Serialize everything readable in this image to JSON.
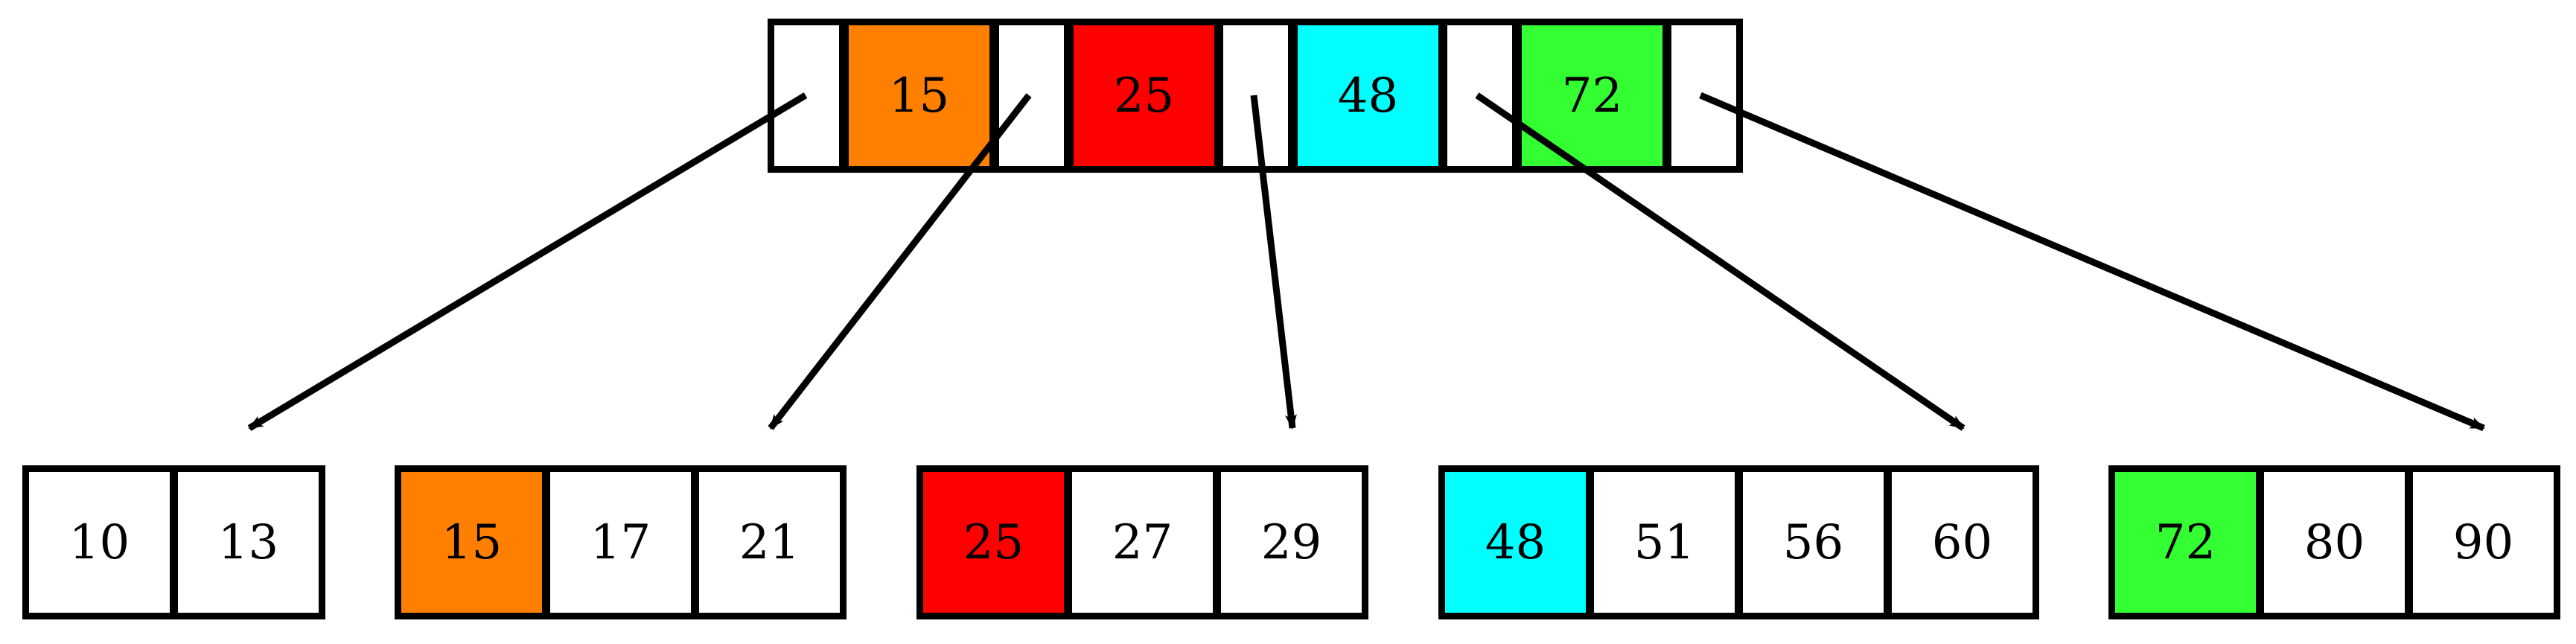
{
  "colors": {
    "orange": "#ff8000",
    "red": "#ff0000",
    "cyan": "#00ffff",
    "green": "#33ff33",
    "line": "#000000"
  },
  "root": {
    "keys": [
      {
        "label": "15",
        "color": "orange"
      },
      {
        "label": "25",
        "color": "red"
      },
      {
        "label": "48",
        "color": "cyan"
      },
      {
        "label": "72",
        "color": "green"
      }
    ]
  },
  "leaves": [
    {
      "keys": [
        {
          "label": "10"
        },
        {
          "label": "13"
        }
      ]
    },
    {
      "keys": [
        {
          "label": "15",
          "color": "orange"
        },
        {
          "label": "17"
        },
        {
          "label": "21"
        }
      ]
    },
    {
      "keys": [
        {
          "label": "25",
          "color": "red"
        },
        {
          "label": "27"
        },
        {
          "label": "29"
        }
      ]
    },
    {
      "keys": [
        {
          "label": "48",
          "color": "cyan"
        },
        {
          "label": "51"
        },
        {
          "label": "56"
        },
        {
          "label": "60"
        }
      ]
    },
    {
      "keys": [
        {
          "label": "72",
          "color": "green"
        },
        {
          "label": "80"
        },
        {
          "label": "90"
        }
      ]
    }
  ]
}
